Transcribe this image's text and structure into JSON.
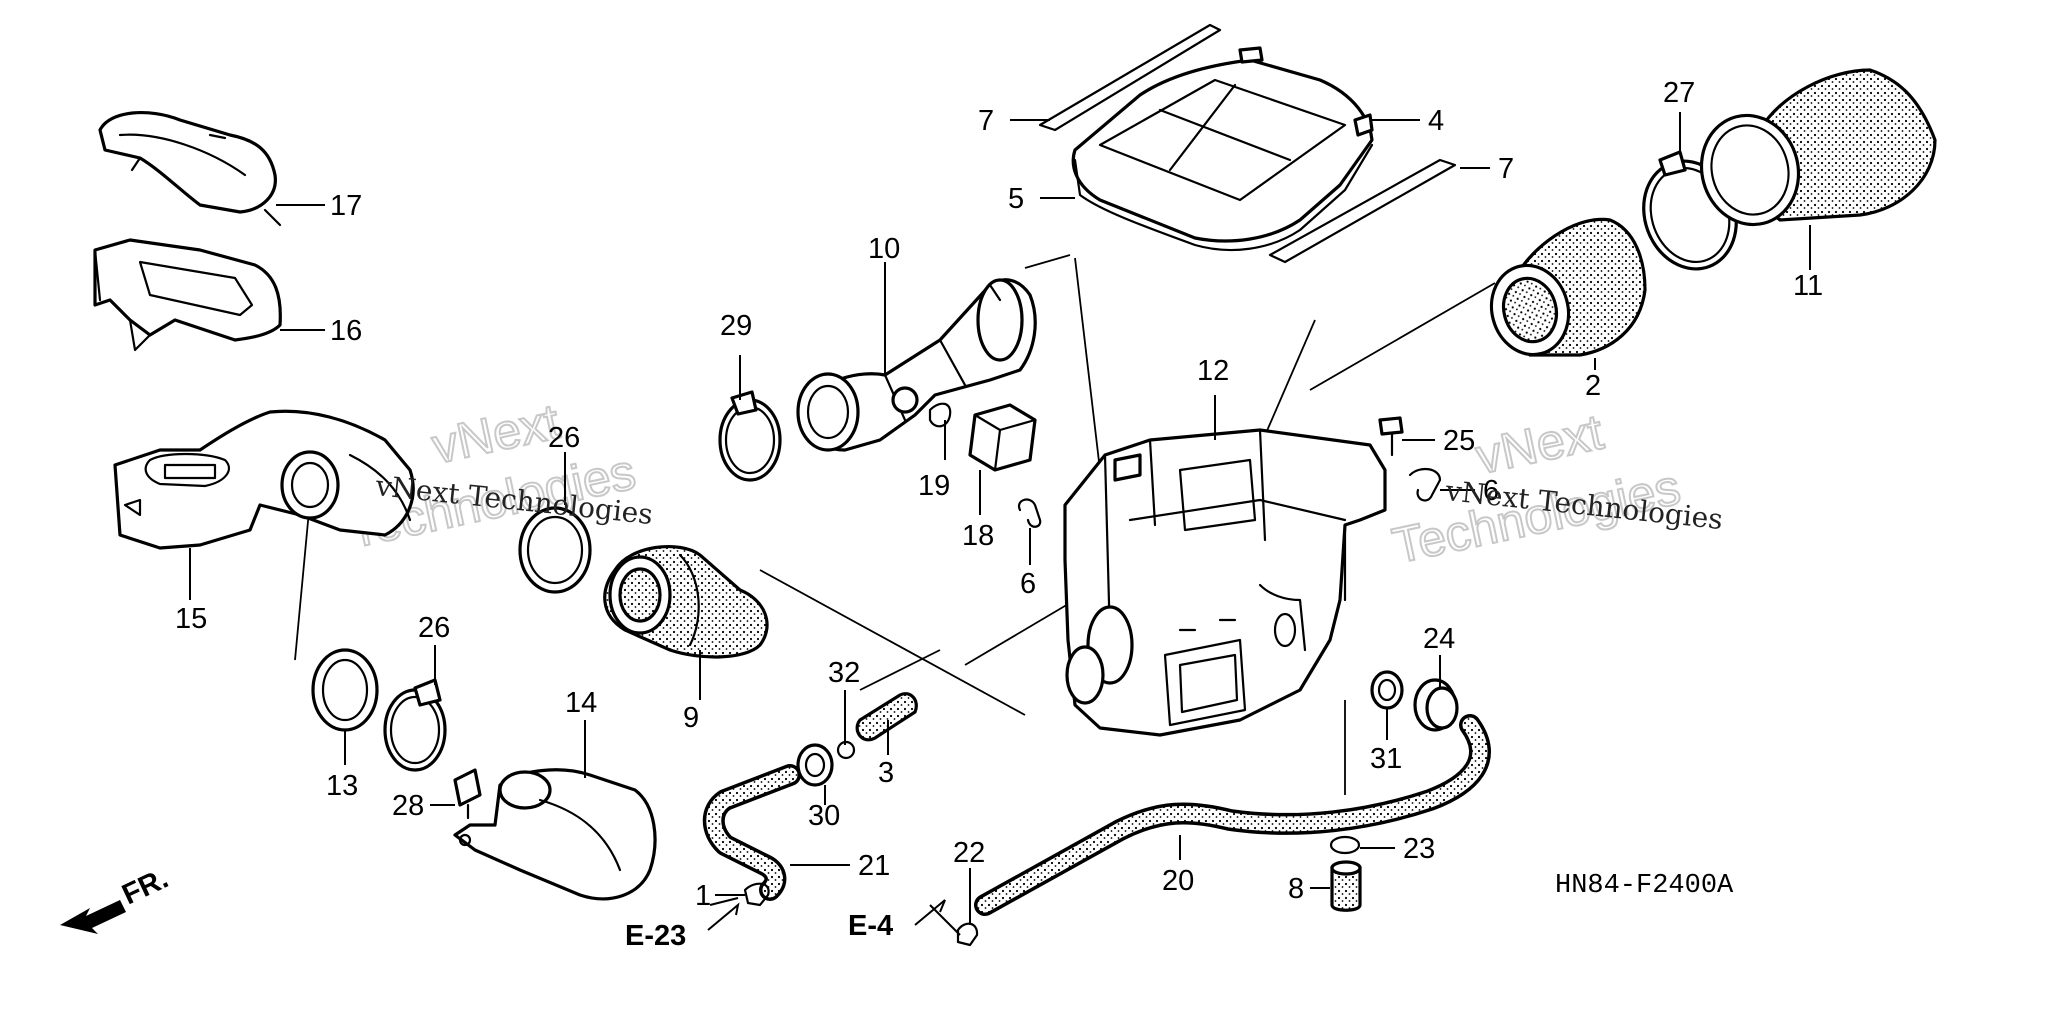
{
  "diagram": {
    "part_numbers": [
      "1",
      "2",
      "3",
      "4",
      "5",
      "6",
      "6",
      "7",
      "7",
      "8",
      "9",
      "10",
      "11",
      "12",
      "13",
      "14",
      "15",
      "16",
      "17",
      "18",
      "19",
      "20",
      "21",
      "22",
      "23",
      "24",
      "25",
      "26",
      "26",
      "27",
      "28",
      "29",
      "30",
      "31",
      "32"
    ],
    "labels": {
      "p1": "1",
      "p2": "2",
      "p3": "3",
      "p4": "4",
      "p5": "5",
      "p6a": "6",
      "p6b": "6",
      "p7a": "7",
      "p7b": "7",
      "p8": "8",
      "p9": "9",
      "p10": "10",
      "p11": "11",
      "p12": "12",
      "p13": "13",
      "p14": "14",
      "p15": "15",
      "p16": "16",
      "p17": "17",
      "p18": "18",
      "p19": "19",
      "p20": "20",
      "p21": "21",
      "p22": "22",
      "p23": "23",
      "p24": "24",
      "p25": "25",
      "p26a": "26",
      "p26b": "26",
      "p27": "27",
      "p28": "28",
      "p29": "29",
      "p30": "30",
      "p31": "31",
      "p32": "32"
    },
    "refs": {
      "e23": "E-23",
      "e4": "E-4"
    },
    "front_marker": "FR.",
    "drawing_code": "HN84-F2400A",
    "watermark": {
      "large_line1": "vNext",
      "large_line2": "Technologies",
      "small": "vNext Technologies"
    }
  }
}
